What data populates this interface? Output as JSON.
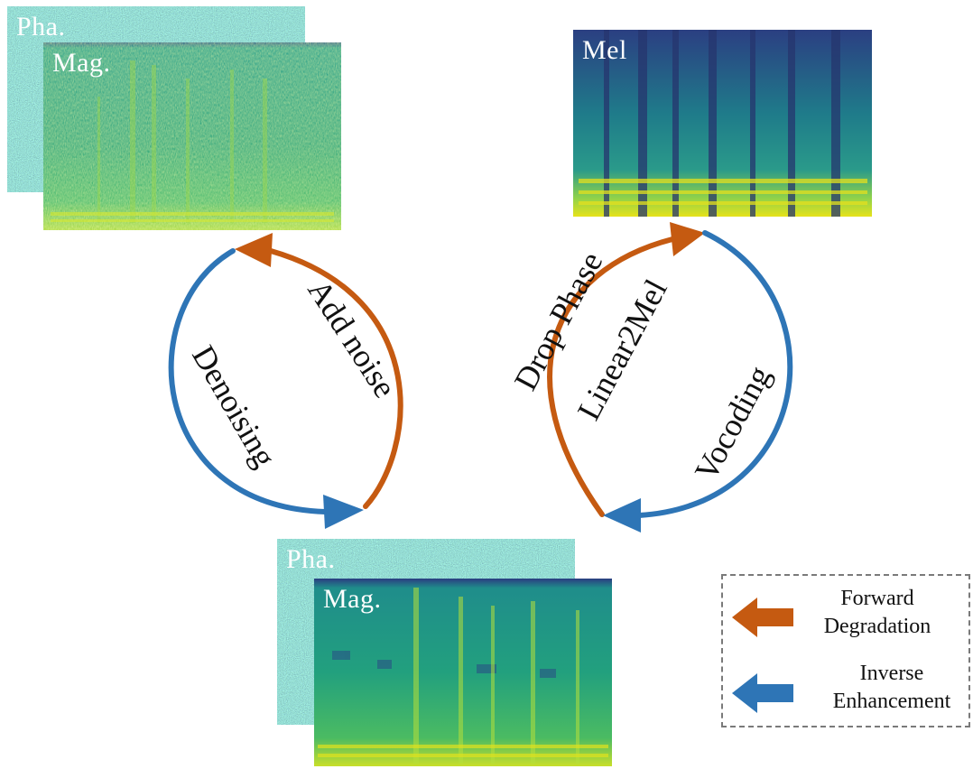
{
  "panels": {
    "top_phase_label": "Pha.",
    "top_magnitude_label": "Mag.",
    "mel_label": "Mel",
    "bottom_phase_label": "Pha.",
    "bottom_magnitude_label": "Mag."
  },
  "arcs": {
    "add_noise": "Add noise",
    "denoising": "Denoising",
    "drop_phase": "Drop Phase",
    "linear2mel": "Linear2Mel",
    "vocoding": "Vocoding"
  },
  "legend": {
    "forward_line1": "Forward",
    "forward_line2": "Degradation",
    "inverse_line1": "Inverse",
    "inverse_line2": "Enhancement"
  },
  "colors": {
    "forward_orange": "#c55a11",
    "inverse_blue": "#2e75b6",
    "legend_border": "#7a7a7a"
  }
}
